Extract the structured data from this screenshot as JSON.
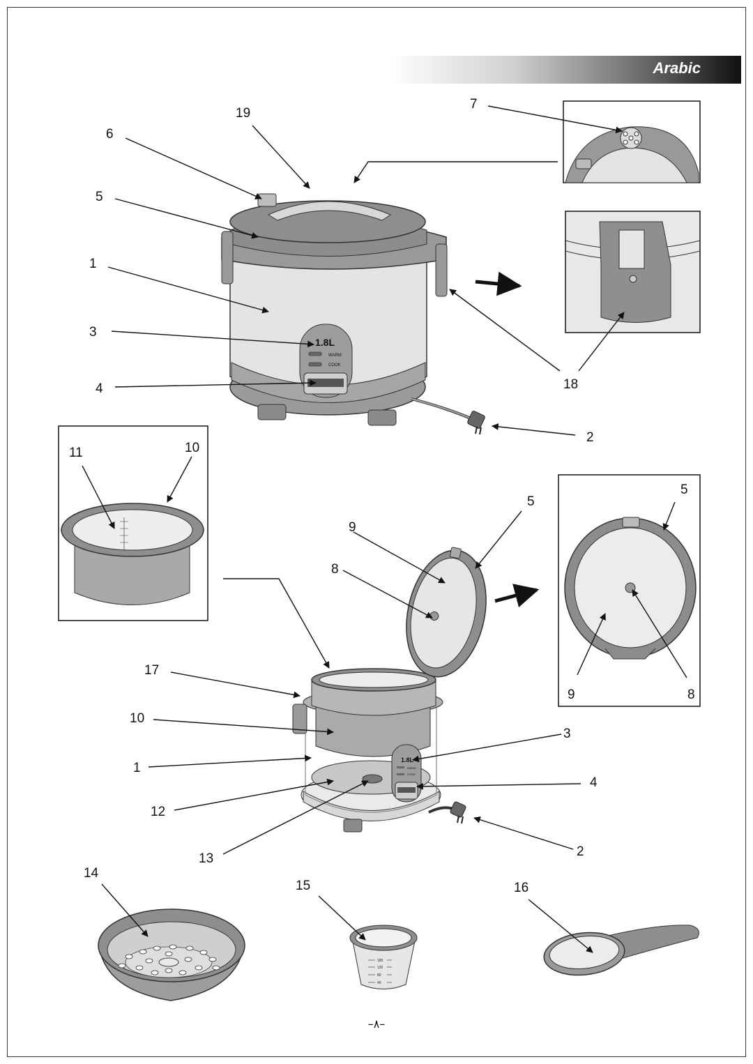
{
  "header": {
    "language": "Arabic"
  },
  "page_number": "–٨–",
  "display_panel": {
    "capacity": "1.8L",
    "warm_label": "WARM",
    "cook_label": "COOK"
  },
  "cup": {
    "ticks": [
      "180",
      "120",
      "80",
      "40"
    ]
  },
  "callouts": {
    "n1": "1",
    "n2": "2",
    "n3": "3",
    "n4": "4",
    "n5": "5",
    "n6": "6",
    "n7": "7",
    "n8": "8",
    "n9": "9",
    "n10": "10",
    "n11": "11",
    "n12": "12",
    "n13": "13",
    "n14": "14",
    "n15": "15",
    "n16": "16",
    "n17": "17",
    "n18": "18",
    "n19": "19"
  }
}
